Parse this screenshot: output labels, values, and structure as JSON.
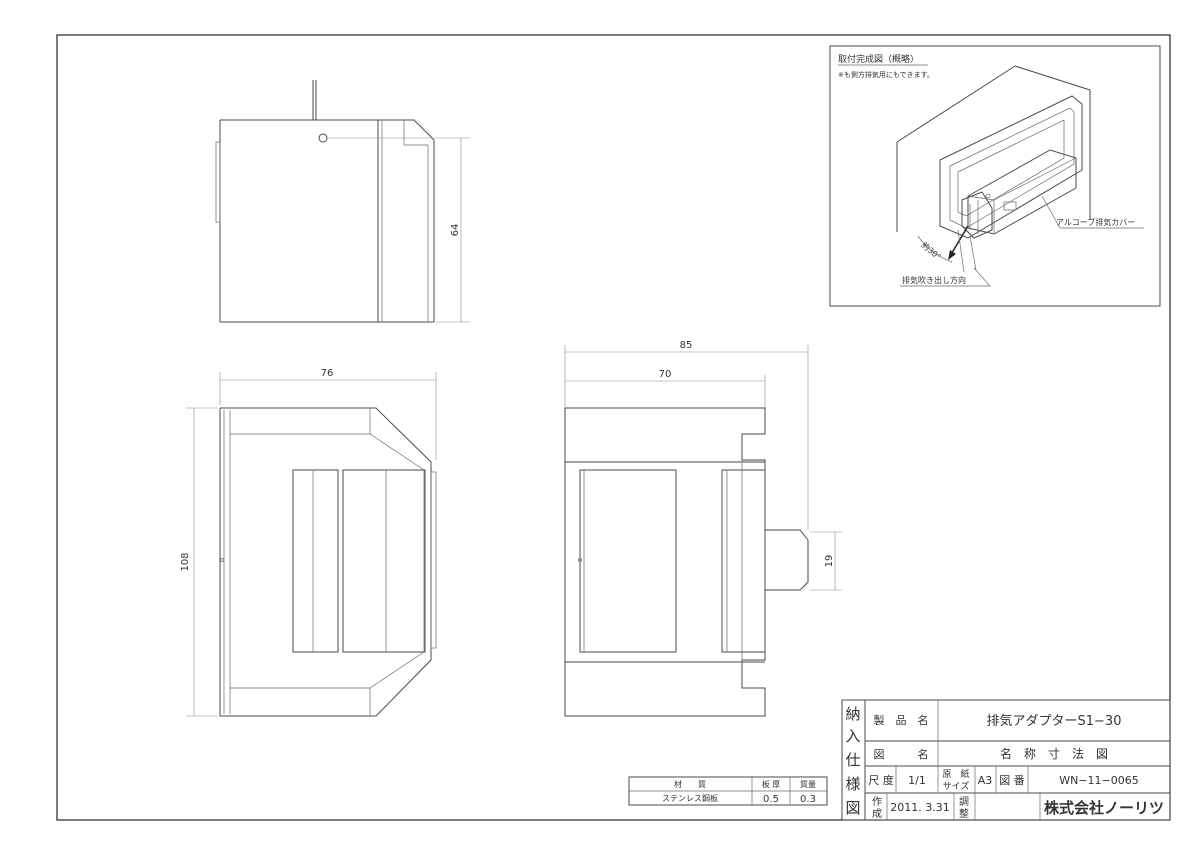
{
  "views": {
    "side": {
      "dim_height": "64"
    },
    "front": {
      "dim_width": "76",
      "dim_height": "108"
    },
    "top": {
      "dim_overall": "85",
      "dim_body": "70",
      "dim_outlet": "19"
    }
  },
  "inset": {
    "title": "取付完成図（概略）",
    "note": "※も側方排気用にもできます。",
    "callout_cover": "アルコーブ排気カバー",
    "callout_angle": "約30°",
    "callout_exhaust": "排気吹き出し方向"
  },
  "material_table": {
    "headers": [
      "材　　質",
      "板 厚",
      "質量"
    ],
    "row": [
      "ステンレス鋼板",
      "0.5",
      "0.3"
    ]
  },
  "title_block": {
    "side_chars": [
      "納",
      "入",
      "仕",
      "様",
      "図"
    ],
    "product_name_label": "製　品　名",
    "product_name": "排気アダプターS1−30",
    "drawing_name_label": "図　　　名",
    "drawing_name": "名　称　寸　法　図",
    "scale_label": "尺 度",
    "scale": "1/1",
    "paper_label_1": "原　紙",
    "paper_label_2": "サイズ",
    "paper_size": "A3",
    "drawing_no_label": "図 番",
    "drawing_no": "WN−11−0065",
    "created_label_1": "作",
    "created_label_2": "成",
    "created_date": "2011. 3.31",
    "check_label_1": "調",
    "check_label_2": "整",
    "company": "株式会社ノーリツ"
  }
}
